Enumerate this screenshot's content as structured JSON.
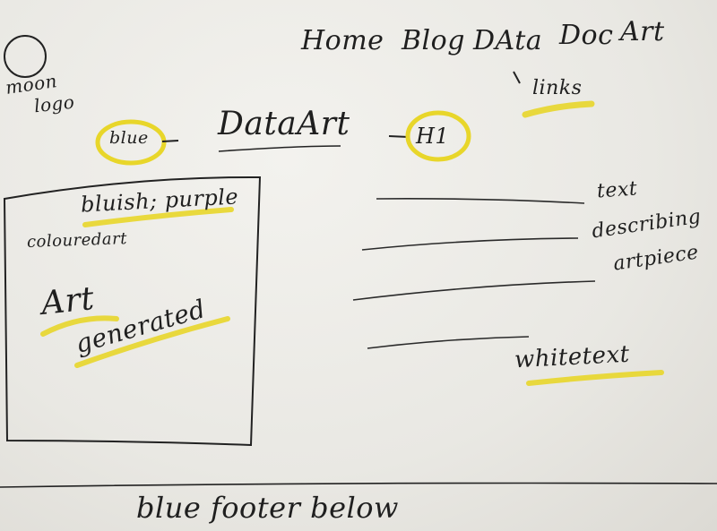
{
  "header": {
    "logo_caption_line1": "moon",
    "logo_caption_line2": "logo",
    "nav_items": [
      "Home",
      "Blog",
      "DAta",
      "Doc",
      "Art"
    ],
    "links_note": "links"
  },
  "title": {
    "color_note": "blue",
    "heading": "DataArt",
    "heading_tag": "H1"
  },
  "art_panel": {
    "color_note": "bluish; purple",
    "sub_note": "colouredart",
    "art_line1": "Art",
    "art_line2": "generated"
  },
  "description": {
    "note_line1": "text",
    "note_line2": "describing",
    "note_line3": "artpiece",
    "color_note": "whitetext"
  },
  "footer": {
    "note": "blue footer below"
  },
  "colors": {
    "highlight": "#e8d62a",
    "ink": "#1f1f1f",
    "paper": "#ecebe6"
  }
}
